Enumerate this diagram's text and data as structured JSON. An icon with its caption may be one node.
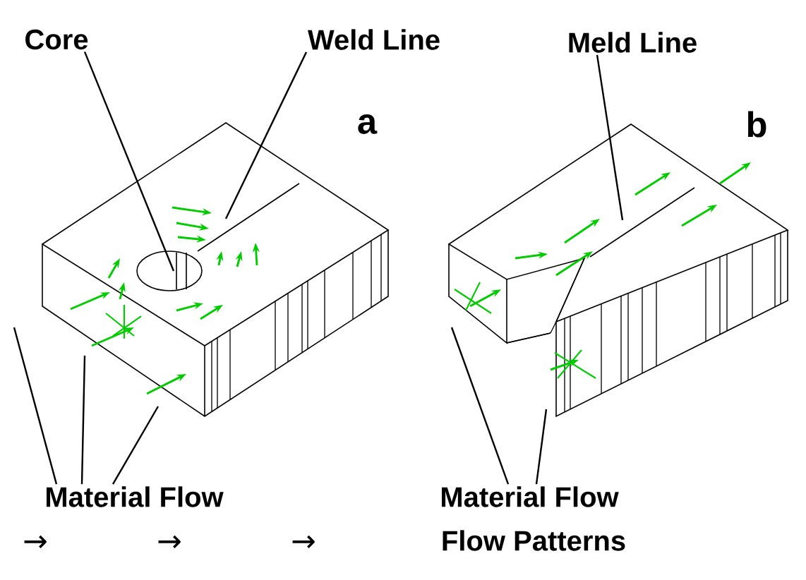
{
  "diagram": {
    "nodes": [
      {
        "text": [
          "Core"
        ]
      },
      {
        "text": [
          "Weld Line"
        ]
      },
      {
        "text": [
          "Meld Line"
        ]
      },
      {
        "text": [
          "Material Flow"
        ]
      },
      {
        "text": [
          "Material Flow"
        ]
      }
    ],
    "edges": [
      {
        "from": 0,
        "to": null,
        "arrow": "none"
      },
      {
        "from": 1,
        "to": null,
        "arrow": "none"
      },
      {
        "from": 2,
        "to": null,
        "arrow": "none"
      },
      {
        "from": 3,
        "to": null,
        "arrow": "none"
      },
      {
        "from": 3,
        "to": null,
        "arrow": "none"
      },
      {
        "from": 3,
        "to": null,
        "arrow": "none"
      },
      {
        "from": 4,
        "to": null,
        "arrow": "none"
      },
      {
        "from": 4,
        "to": null,
        "arrow": "none"
      }
    ],
    "labels": [
      "a",
      "b",
      "→",
      "→",
      "→",
      "Flow Patterns"
    ]
  }
}
